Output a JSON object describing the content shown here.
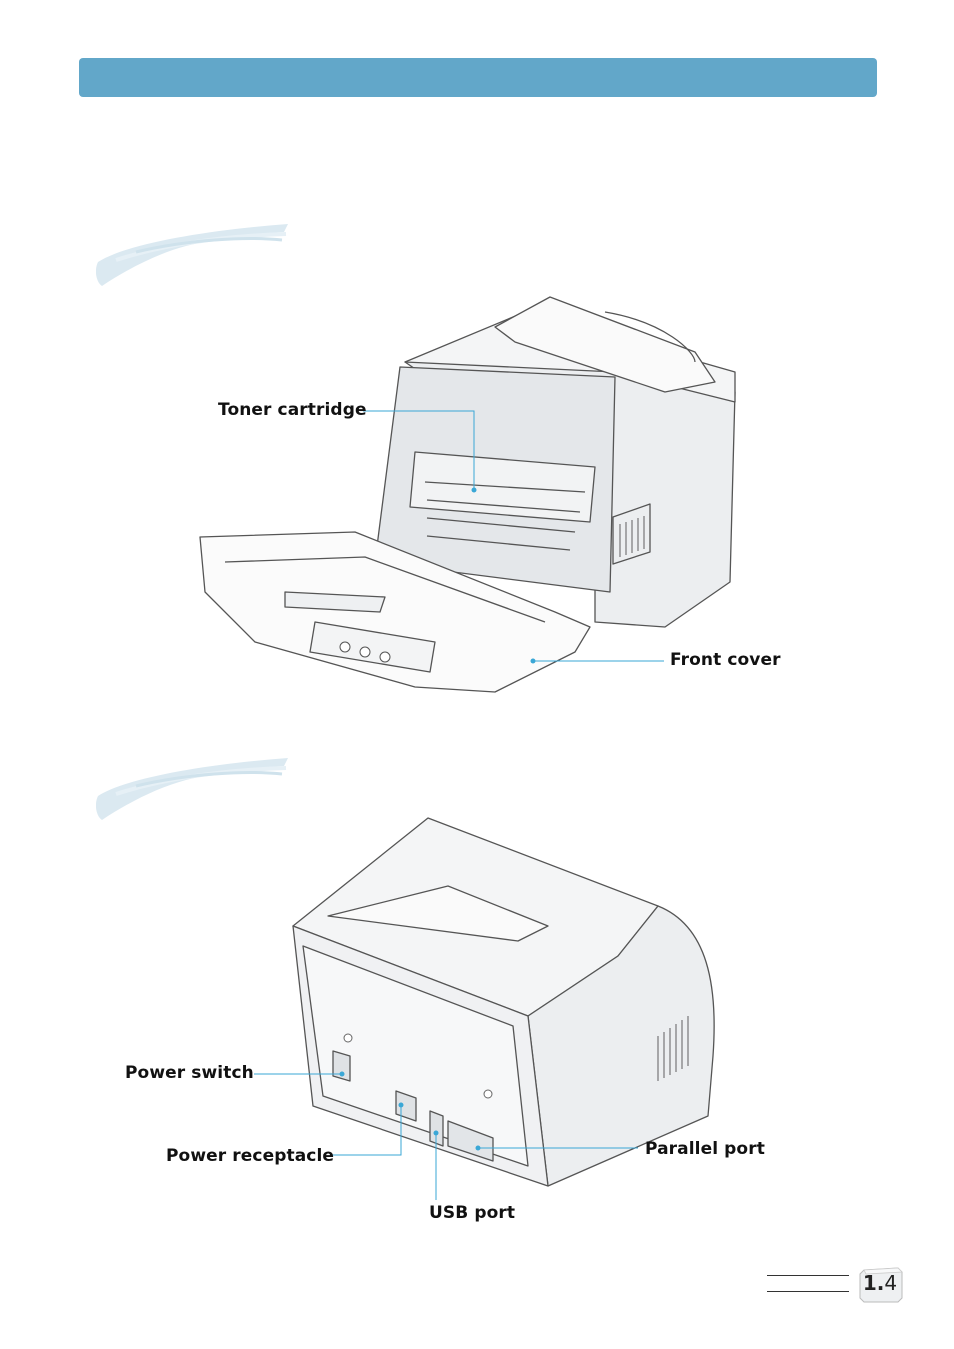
{
  "front_view": {
    "labels": {
      "toner_cartridge": "Toner cartridge",
      "front_cover": "Front cover"
    }
  },
  "rear_view": {
    "labels": {
      "power_switch": "Power switch",
      "power_receptacle": "Power receptacle",
      "usb_port": "USB port",
      "parallel_port": "Parallel port"
    }
  },
  "page_number": {
    "chapter": "1",
    "page": "4"
  },
  "colors": {
    "header_bar": "#62a7c9",
    "leader_line": "#3aa7d6",
    "brush": "#dbe9f1"
  }
}
